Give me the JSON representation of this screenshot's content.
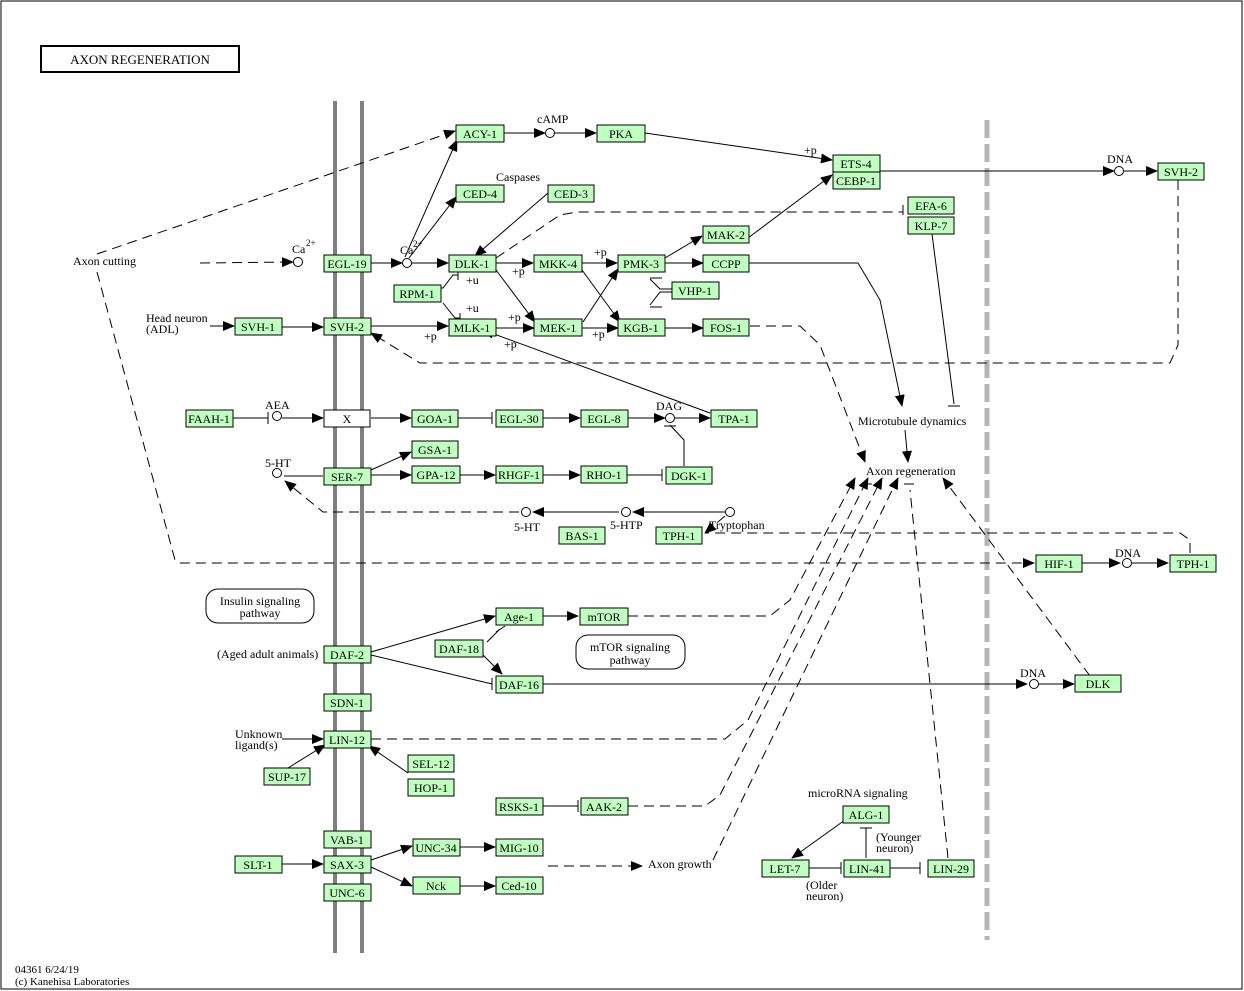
{
  "title": "AXON  REGENERATION",
  "footer": {
    "id_date": "04361 6/24/19",
    "copyright": "(c) Kanehisa Laboratories"
  },
  "colors": {
    "gene_fill": "#bfffbf",
    "line": "#000000",
    "membrane": "#808080",
    "nucleus": "#b4b4b4",
    "background": "#ffffff"
  },
  "genes": {
    "acy1": "ACY-1",
    "pka": "PKA",
    "ets4": "ETS-4",
    "cebp1": "CEBP-1",
    "svh2_nuc": "SVH-2",
    "ced4": "CED-4",
    "ced3": "CED-3",
    "efa6": "EFA-6",
    "klp7": "KLP-7",
    "mak2": "MAK-2",
    "egl19": "EGL-19",
    "dlk1": "DLK-1",
    "mkk4": "MKK-4",
    "pmk3": "PMK-3",
    "ccpp": "CCPP",
    "rpm1": "RPM-1",
    "vhp1": "VHP-1",
    "svh1": "SVH-1",
    "svh2": "SVH-2",
    "mlk1": "MLK-1",
    "mek1": "MEK-1",
    "kgb1": "KGB-1",
    "fos1": "FOS-1",
    "faah1": "FAAH-1",
    "x": "X",
    "goa1": "GOA-1",
    "egl30": "EGL-30",
    "egl8": "EGL-8",
    "tpa1": "TPA-1",
    "gsa1": "GSA-1",
    "ser7": "SER-7",
    "gpa12": "GPA-12",
    "rhgf1": "RHGF-1",
    "rho1": "RHO-1",
    "dgk1": "DGK-1",
    "bas1": "BAS-1",
    "tph1": "TPH-1",
    "hif1": "HIF-1",
    "tph1_nuc": "TPH-1",
    "age1": "Age-1",
    "mtor": "mTOR",
    "daf18": "DAF-18",
    "daf2": "DAF-2",
    "daf16": "DAF-16",
    "dlk": "DLK",
    "sdn1": "SDN-1",
    "lin12": "LIN-12",
    "sup17": "SUP-17",
    "sel12": "SEL-12",
    "hop1": "HOP-1",
    "rsks1": "RSKS-1",
    "aak2": "AAK-2",
    "vab1": "VAB-1",
    "slt1": "SLT-1",
    "sax3": "SAX-3",
    "unc6": "UNC-6",
    "unc34": "UNC-34",
    "mig10": "MIG-10",
    "nck": "Nck",
    "ced10": "Ced-10",
    "alg1": "ALG-1",
    "let7": "LET-7",
    "lin41": "LIN-41",
    "lin29": "LIN-29"
  },
  "labels": {
    "camp": "cAMP",
    "plus_p": "+p",
    "plus_u": "+u",
    "dna": "DNA",
    "caspases": "Caspases",
    "ca": "Ca",
    "ca_sup": "2+",
    "axon_cutting": "Axon cutting",
    "head_neuron": "Head neuron",
    "adl": "(ADL)",
    "aea": "AEA",
    "dag": "DAG",
    "ht5": "5-HT",
    "htp5": "5-HTP",
    "tryptophan": "Tryptophan",
    "microtubule": "Microtubule dynamics",
    "axon_regen": "Axon regeneration",
    "aged": "(Aged adult animals)",
    "unknown": "Unknown",
    "ligand": "ligand(s)",
    "axon_growth": "Axon growth",
    "microrna": "microRNA signaling",
    "younger": "(Younger",
    "neuron_y": "neuron)",
    "older": "(Older",
    "neuron_o": "neuron)"
  },
  "maps": {
    "insulin_1": "Insulin signaling",
    "insulin_2": "pathway",
    "mtor_1": "mTOR signaling",
    "mtor_2": "pathway"
  }
}
